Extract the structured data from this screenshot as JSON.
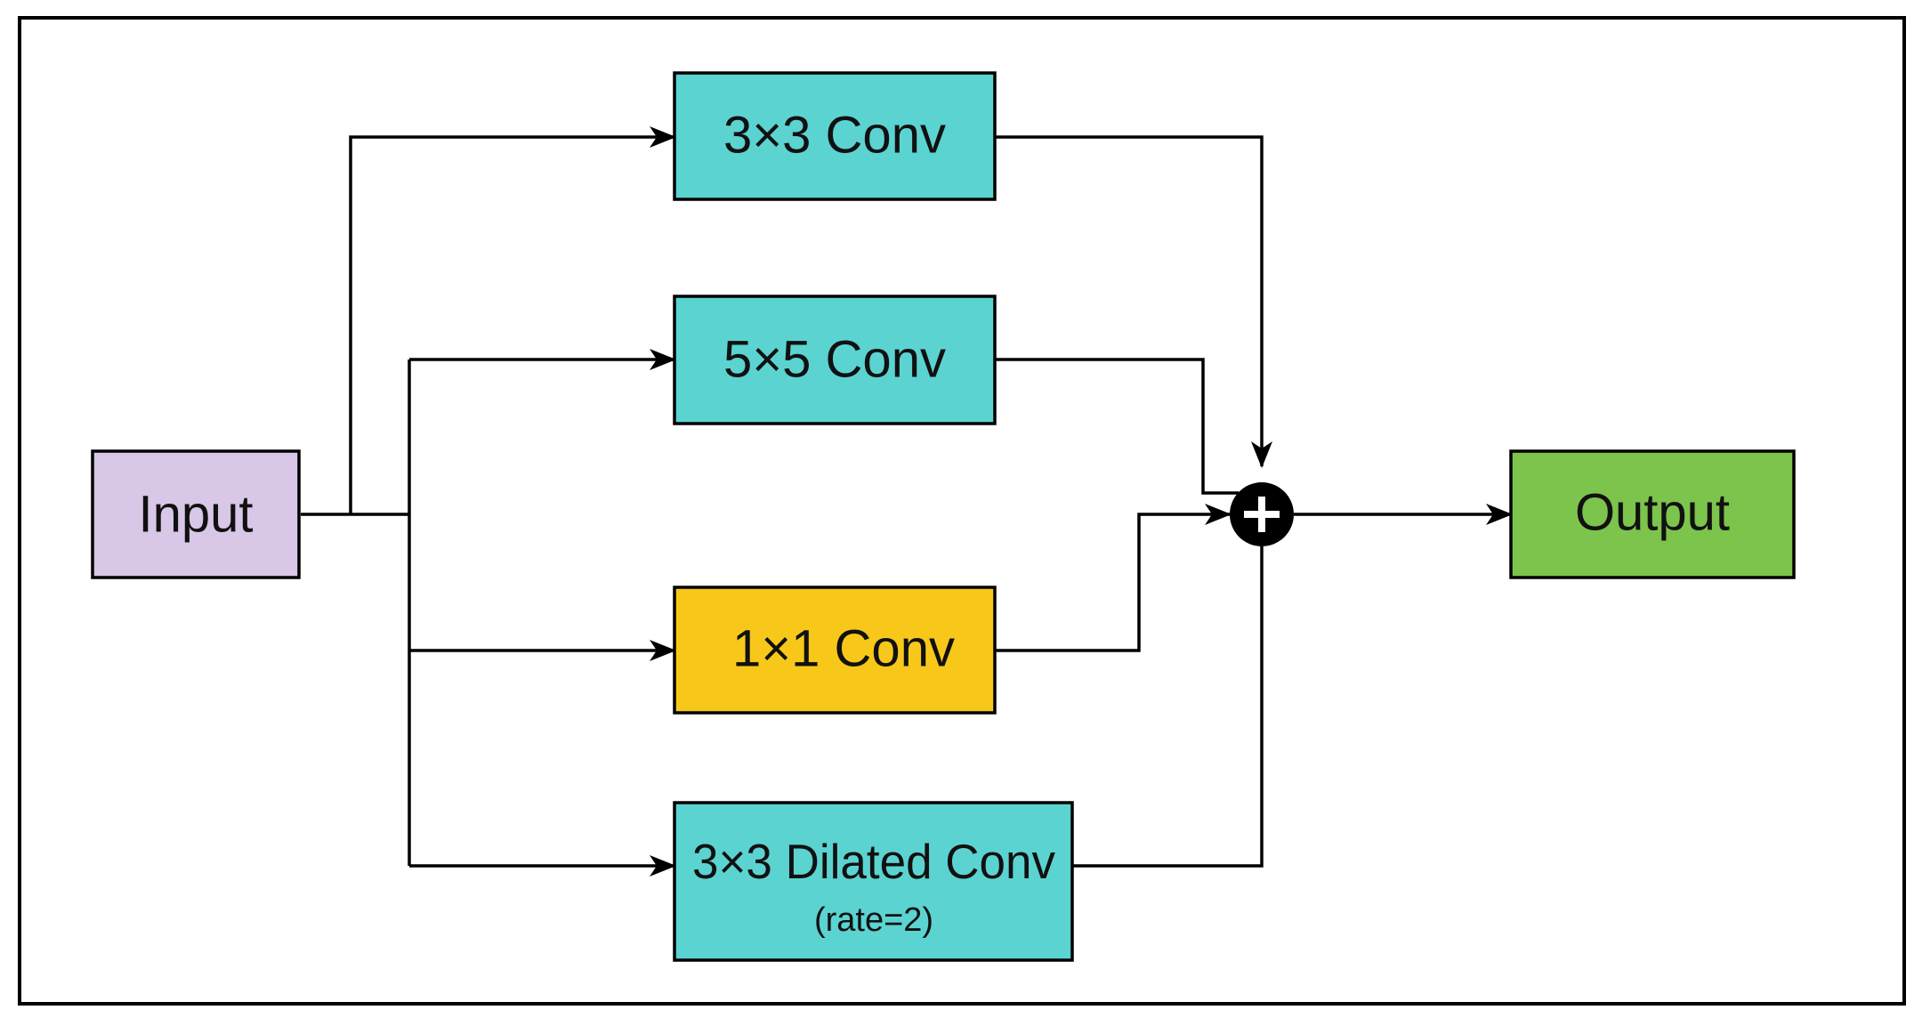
{
  "nodes": {
    "input": {
      "label": "Input",
      "color": "#d8c7e7"
    },
    "conv3": {
      "label": "3×3 Conv",
      "color": "#5bd3d1"
    },
    "conv5": {
      "label": "5×5 Conv",
      "color": "#5bd3d1"
    },
    "conv1": {
      "label": "1×1 Conv",
      "color": "#f7c81a"
    },
    "dilated": {
      "label": "3×3 Dilated Conv",
      "sublabel": "(rate=2)",
      "color": "#5bd3d1"
    },
    "output": {
      "label": "Output",
      "color": "#7cc44b"
    }
  },
  "sum_node": {
    "symbol": "+",
    "color": "#000000"
  },
  "colors": {
    "line": "#000000",
    "frame": "#000000",
    "background": "#ffffff"
  }
}
